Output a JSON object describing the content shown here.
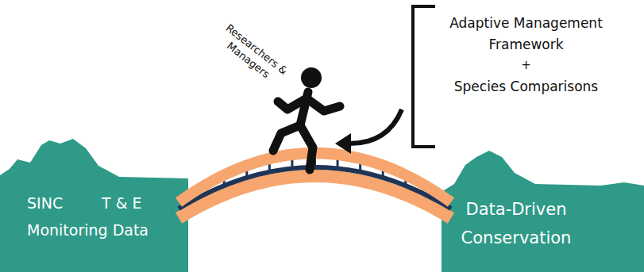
{
  "diagram": {
    "nodes": [
      {
        "text": [
          "SINC",
          "T & E",
          "Monitoring Data"
        ]
      },
      {
        "text": [
          "Data-Driven Conservation"
        ]
      }
    ],
    "edges": [
      {
        "from": 0,
        "to": 1,
        "arrow": "none"
      }
    ],
    "labels": [
      "Researchers & Managers",
      "Adaptive Management Framework",
      "+",
      "Species Comparisons"
    ]
  }
}
